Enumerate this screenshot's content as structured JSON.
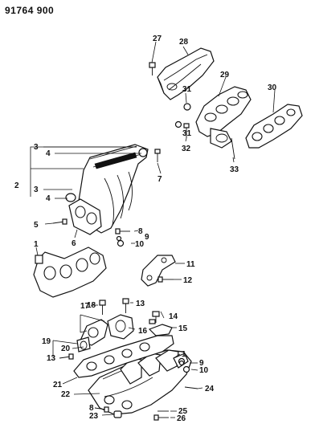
{
  "catalog_number": "91764 900",
  "callouts": {
    "c1a": "1",
    "c1b": "1",
    "c2": "2",
    "c3a": "3",
    "c3b": "3",
    "c4a": "4",
    "c4b": "4",
    "c5": "5",
    "c6": "6",
    "c7": "7",
    "c8a": "8",
    "c8b": "8",
    "c9a": "9",
    "c9b": "9",
    "c10a": "10",
    "c10b": "10",
    "c11": "11",
    "c12": "12",
    "c13a": "13",
    "c13b": "13",
    "c14": "14",
    "c15": "15",
    "c16": "16",
    "c17": "17",
    "c18": "18",
    "c19": "19",
    "c20": "20",
    "c21": "21",
    "c22": "22",
    "c23": "23",
    "c24": "24",
    "c25": "25",
    "c26": "26",
    "c27": "27",
    "c28": "28",
    "c29": "29",
    "c30": "30",
    "c31a": "31",
    "c31b": "31",
    "c32": "32",
    "c33": "33"
  },
  "icons": {
    "heat_shield": "heat-shield-icon",
    "exhaust_manifold": "exhaust-manifold-icon",
    "exhaust_gasket": "exhaust-gasket-icon",
    "intake_upper": "intake-plenum-icon",
    "intake_gasket": "intake-gasket-icon",
    "intake_lower": "intake-manifold-icon"
  }
}
